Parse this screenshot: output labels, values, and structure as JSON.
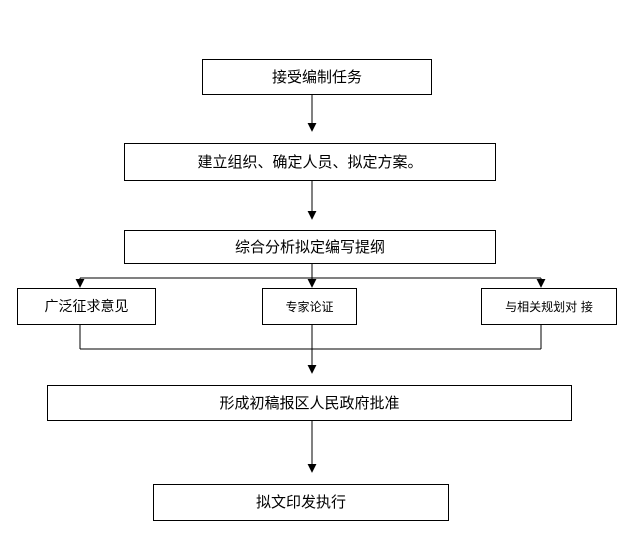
{
  "flowchart": {
    "steps": {
      "receive_task": "接受编制任务",
      "organize": "建立组织、确定人员、拟定方案。",
      "outline": "综合分析拟定编写提纲",
      "opinions": "广泛征求意见",
      "expert_review": "专家论证",
      "planning_link": "与相关规划对 接",
      "draft_approval": "形成初稿报区人民政府批准",
      "execute": "拟文印发执行"
    }
  }
}
